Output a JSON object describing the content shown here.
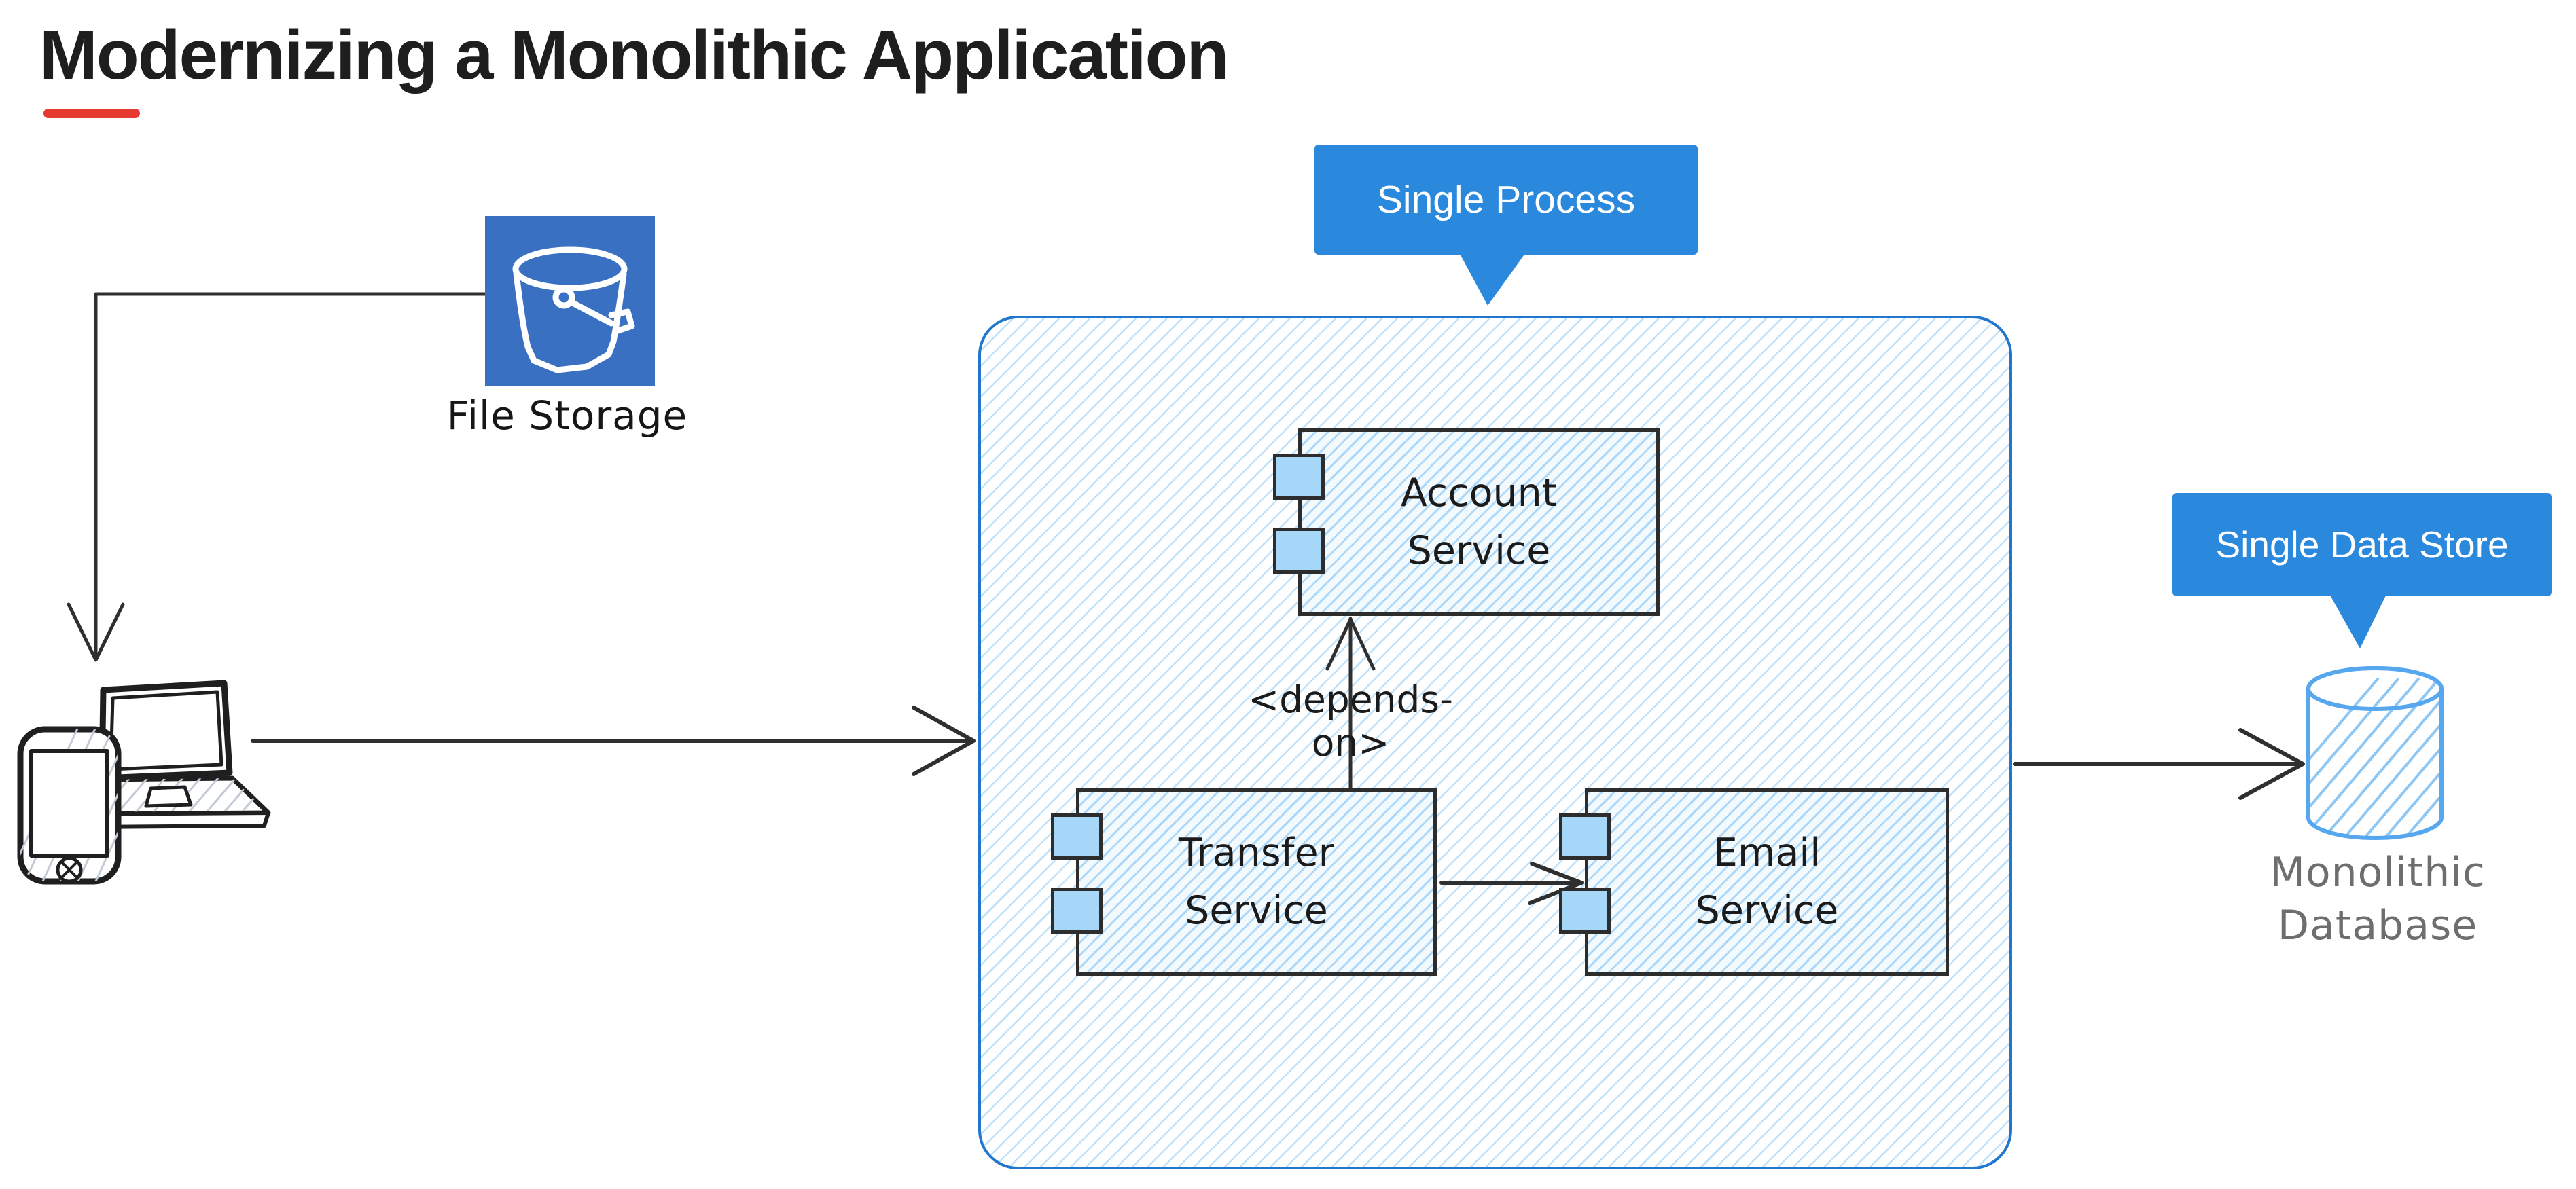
{
  "title": "Modernizing a Monolithic Application",
  "file_storage": {
    "label": "File Storage"
  },
  "client": {
    "devices": "phone and laptop sketch"
  },
  "process": {
    "callout": "Single Process",
    "dependency_label": "<depends-on>",
    "components": {
      "account": {
        "line1": "Account",
        "line2": "Service"
      },
      "transfer": {
        "line1": "Transfer",
        "line2": "Service"
      },
      "email": {
        "line1": "Email",
        "line2": "Service"
      }
    }
  },
  "data_store": {
    "callout": "Single Data Store",
    "label_line1": "Monolithic",
    "label_line2": "Database"
  },
  "colors": {
    "callout_blue": "#2b89dd",
    "file_icon_blue": "#3a70c2",
    "container_border_blue": "#2277cc",
    "port_fill_blue": "#a6d7f8",
    "component_border": "#2d2d2d",
    "arrow_dark": "#2f2f2f",
    "underline_red": "#e6392f",
    "db_stroke_blue": "#57a7ee",
    "db_label_gray": "#6e6e6e",
    "title_color": "#1e1e1e"
  }
}
